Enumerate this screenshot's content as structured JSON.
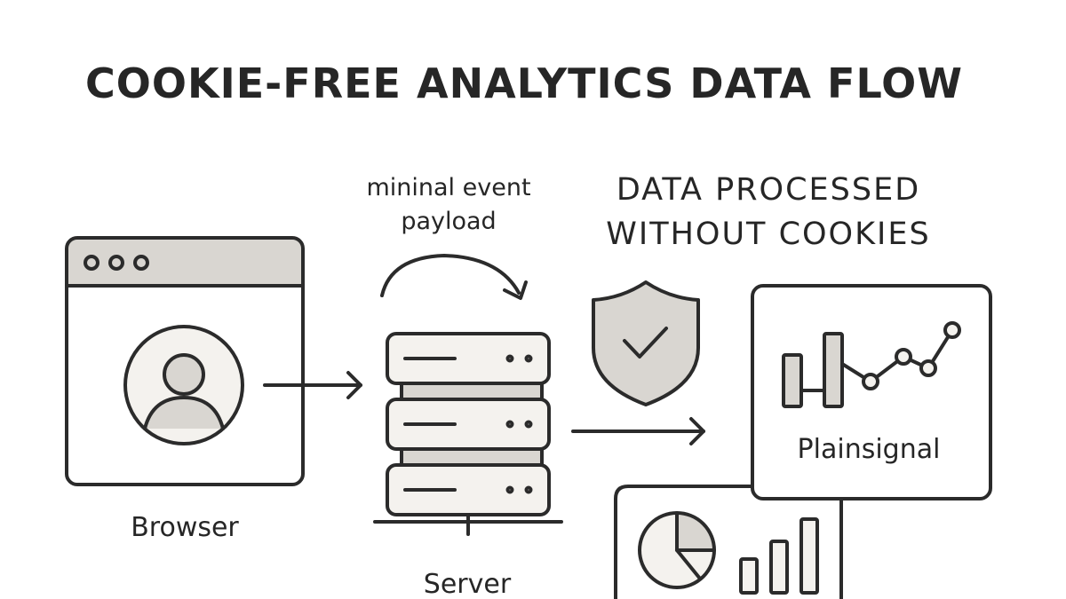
{
  "diagram": {
    "title": "COOKIE-FREE ANALYTICS DATA FLOW",
    "payload_label": {
      "line1": "mininal event",
      "line2": "payload"
    },
    "processed_label": {
      "line1": "DATA PROCESSED",
      "line2": "WITHOUT COOKIES"
    },
    "nodes": {
      "browser": "Browser",
      "server": "Server",
      "dashboard": "Plainsignal"
    }
  },
  "colors": {
    "ink": "#2b2b2b",
    "fill": "#d9d6d1",
    "background": "#ffffff"
  }
}
